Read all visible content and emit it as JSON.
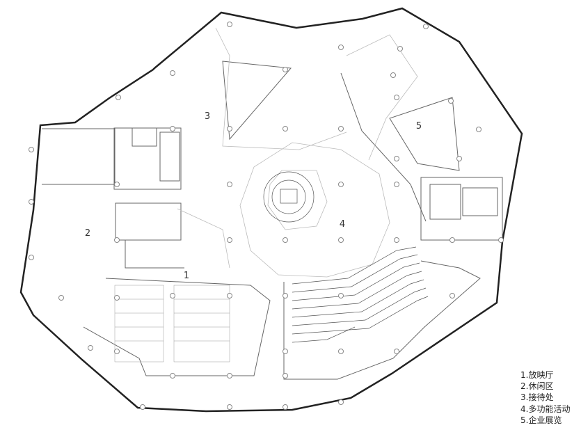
{
  "zones": [
    {
      "id": "1",
      "label": "1"
    },
    {
      "id": "2",
      "label": "2"
    },
    {
      "id": "3",
      "label": "3"
    },
    {
      "id": "4",
      "label": "4"
    },
    {
      "id": "5",
      "label": "5"
    }
  ],
  "legend": [
    "1.放映厅",
    "2.休闲区",
    "3.接待处",
    "4.多功能活动",
    "5.企业展览"
  ],
  "colors": {
    "wall": "#222222",
    "line": "#666666",
    "light_line": "#bbbbbb",
    "column": "#888888"
  }
}
